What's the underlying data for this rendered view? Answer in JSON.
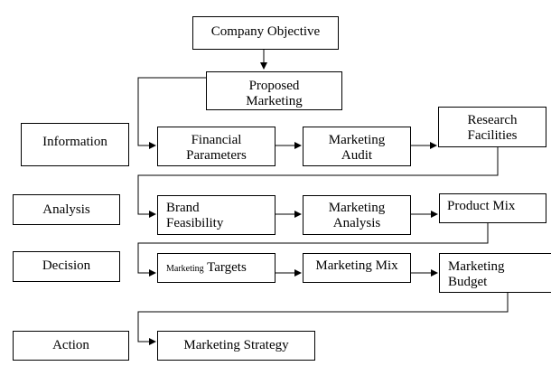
{
  "boxes": {
    "company_objective": "Company  Objective",
    "proposed_marketing_1": "Proposed",
    "proposed_marketing_2": "Marketing",
    "financial_parameters_1": "Financial",
    "financial_parameters_2": "Parameters",
    "marketing_audit_1": "Marketing",
    "marketing_audit_2": "Audit",
    "research_facilities_1": "Research",
    "research_facilities_2": "Facilities",
    "brand_feasibility_1": "Brand",
    "brand_feasibility_2": "Feasibility",
    "marketing_analysis_1": "Marketing",
    "marketing_analysis_2": "Analysis",
    "product_mix": "Product  Mix",
    "marketing_targets_small": "Marketing",
    "marketing_targets_large": "Targets",
    "marketing_mix": "Marketing  Mix",
    "marketing_budget_1": "Marketing",
    "marketing_budget_2": "Budget",
    "marketing_strategy": "Marketing  Strategy"
  },
  "stages": {
    "information": "Information",
    "analysis": "Analysis",
    "decision": "Decision",
    "action": "Action"
  }
}
